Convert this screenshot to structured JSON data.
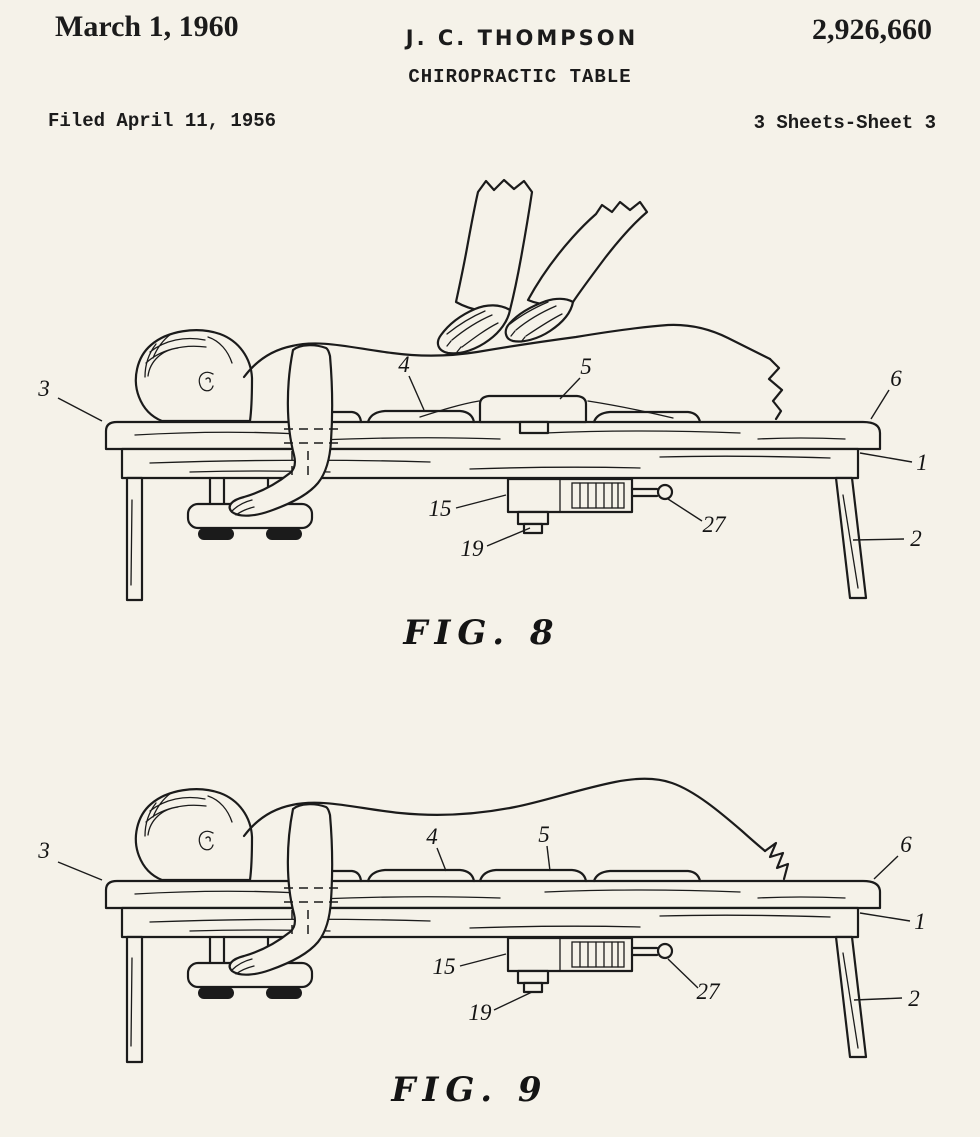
{
  "page": {
    "colors": {
      "paper": "#f5f2e9",
      "ink": "#1b1b1b"
    }
  },
  "header": {
    "date": "March 1, 1960",
    "inventor": "J. C. THOMPSON",
    "patent_number": "2,926,660",
    "title": "CHIROPRACTIC TABLE",
    "filed": "Filed April 11, 1956",
    "sheet": "3 Sheets-Sheet 3"
  },
  "figures": [
    {
      "caption": "FIG. 8",
      "labels": {
        "n1": "1",
        "n2": "2",
        "n3": "3",
        "n4": "4",
        "n5": "5",
        "n6": "6",
        "n15": "15",
        "n19": "19",
        "n27": "27"
      }
    },
    {
      "caption": "FIG. 9",
      "labels": {
        "n1": "1",
        "n2": "2",
        "n3": "3",
        "n4": "4",
        "n5": "5",
        "n6": "6",
        "n15": "15",
        "n19": "19",
        "n27": "27"
      }
    }
  ]
}
